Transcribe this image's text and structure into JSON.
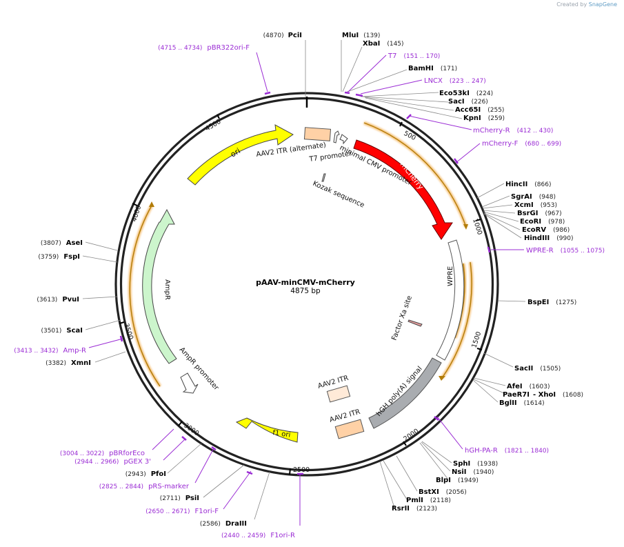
{
  "credit": {
    "prefix": "Created by",
    "brand": "SnapGene"
  },
  "plasmid": {
    "name": "pAAV-minCMV-mCherry",
    "length_label": "4875 bp",
    "length": 4875
  },
  "colors": {
    "backbone": "#222222",
    "feature_outline": "#444444",
    "primer": "#9a2bd4",
    "site_label": "#000000",
    "position_text": "#222222",
    "ori": "#ffff00",
    "f1ori": "#ffff00",
    "ampr": "#ccf5cc",
    "mcherry": "#ff0000",
    "itr": "#ffd1a6",
    "wpre": "#ffffff",
    "hgh": "#a9acb0",
    "orf_glow": "#f6c581",
    "orf_arrow": "#b27c08"
  },
  "ticks": [
    {
      "label": "500",
      "pos": 500
    },
    {
      "label": "1000",
      "pos": 1000
    },
    {
      "label": "1500",
      "pos": 1500
    },
    {
      "label": "2000",
      "pos": 2000
    },
    {
      "label": "2500",
      "pos": 2500
    },
    {
      "label": "3000",
      "pos": 3000
    },
    {
      "label": "3500",
      "pos": 3500
    },
    {
      "label": "4000",
      "pos": 4000
    },
    {
      "label": "4500",
      "pos": 4500
    }
  ],
  "features": [
    {
      "name": "mCherry",
      "type": "arrow",
      "color": "#ff0000",
      "label": "mCherry"
    },
    {
      "name": "ori",
      "type": "arrow",
      "color": "#ffff00",
      "label": "ori"
    },
    {
      "name": "AmpR",
      "type": "arrow",
      "color": "#ccf5cc",
      "label": "AmpR"
    },
    {
      "name": "f1 ori",
      "type": "arrow",
      "color": "#ffff00",
      "label": "f1 ori"
    },
    {
      "name": "WPRE",
      "type": "box",
      "color": "#ffffff",
      "label": "WPRE"
    },
    {
      "name": "hGH poly(A) signal",
      "type": "box",
      "color": "#a9acb0",
      "label": "hGH poly(A) signal"
    },
    {
      "name": "AAV2 ITR (alternate)",
      "type": "box",
      "color": "#ffd1a6",
      "label": "AAV2 ITR (alternate)"
    },
    {
      "name": "AAV2 ITR",
      "type": "box",
      "color": "#ffd1a6",
      "label": "AAV2 ITR"
    },
    {
      "name": "AAV2 ITR",
      "type": "box",
      "color": "#ffd1a6",
      "label": "AAV2 ITR"
    }
  ],
  "feature_labels": {
    "minimal_cmv": "minimal CMV promoter",
    "t7_promoter": "T7 promoter",
    "kozak": "Kozak sequence",
    "factor_xa": "Factor Xa site",
    "ampr_promoter": "AmpR promoter",
    "aav2_itr_alt": "AAV2 ITR (alternate)",
    "aav2_itr_a": "AAV2 ITR",
    "aav2_itr_b": "AAV2 ITR"
  },
  "sites": [
    {
      "name": "PciI",
      "pos": "(4870)"
    },
    {
      "name": "MluI",
      "pos": "(139)"
    },
    {
      "name": "XbaI",
      "pos": "(145)"
    },
    {
      "name": "BamHI",
      "pos": "(171)"
    },
    {
      "name": "Eco53kI",
      "pos": "(224)"
    },
    {
      "name": "SacI",
      "pos": "(226)"
    },
    {
      "name": "Acc65I",
      "pos": "(255)"
    },
    {
      "name": "KpnI",
      "pos": "(259)"
    },
    {
      "name": "HincII",
      "pos": "(866)"
    },
    {
      "name": "SgrAI",
      "pos": "(948)"
    },
    {
      "name": "XcmI",
      "pos": "(953)"
    },
    {
      "name": "BsrGI",
      "pos": "(967)"
    },
    {
      "name": "EcoRI",
      "pos": "(978)"
    },
    {
      "name": "EcoRV",
      "pos": "(986)"
    },
    {
      "name": "HindIII",
      "pos": "(990)"
    },
    {
      "name": "BspEI",
      "pos": "(1275)"
    },
    {
      "name": "SacII",
      "pos": "(1505)"
    },
    {
      "name": "AfeI",
      "pos": "(1603)"
    },
    {
      "name": "PaeR7I",
      "pos": ""
    },
    {
      "name": "- XhoI",
      "pos": "(1608)"
    },
    {
      "name": "BglII",
      "pos": "(1614)"
    },
    {
      "name": "SphI",
      "pos": "(1938)"
    },
    {
      "name": "NsiI",
      "pos": "(1940)"
    },
    {
      "name": "BlpI",
      "pos": "(1949)"
    },
    {
      "name": "BstXI",
      "pos": "(2056)"
    },
    {
      "name": "PmlI",
      "pos": "(2118)"
    },
    {
      "name": "RsrII",
      "pos": "(2123)"
    },
    {
      "name": "DraIII",
      "pos": "(2586)"
    },
    {
      "name": "PsiI",
      "pos": "(2711)"
    },
    {
      "name": "PfoI",
      "pos": "(2943)"
    },
    {
      "name": "XmnI",
      "pos": "(3382)"
    },
    {
      "name": "ScaI",
      "pos": "(3501)"
    },
    {
      "name": "PvuI",
      "pos": "(3613)"
    },
    {
      "name": "FspI",
      "pos": "(3759)"
    },
    {
      "name": "AseI",
      "pos": "(3807)"
    }
  ],
  "primers": [
    {
      "name": "pBR322ori-F",
      "range": "(4715 .. 4734)"
    },
    {
      "name": "T7",
      "range": "(151 .. 170)"
    },
    {
      "name": "LNCX",
      "range": "(223 .. 247)"
    },
    {
      "name": "mCherry-R",
      "range": "(412 .. 430)"
    },
    {
      "name": "mCherry-F",
      "range": "(680 .. 699)"
    },
    {
      "name": "WPRE-R",
      "range": "(1055 .. 1075)"
    },
    {
      "name": "hGH-PA-R",
      "range": "(1821 .. 1840)"
    },
    {
      "name": "F1ori-R",
      "range": "(2440 .. 2459)"
    },
    {
      "name": "F1ori-F",
      "range": "(2650 .. 2671)"
    },
    {
      "name": "pRS-marker",
      "range": "(2825 .. 2844)"
    },
    {
      "name": "pGEX 3'",
      "range": "(2944 .. 2966)"
    },
    {
      "name": "pBRforEco",
      "range": "(3004 .. 3022)"
    },
    {
      "name": "Amp-R",
      "range": "(3413 .. 3432)"
    }
  ]
}
